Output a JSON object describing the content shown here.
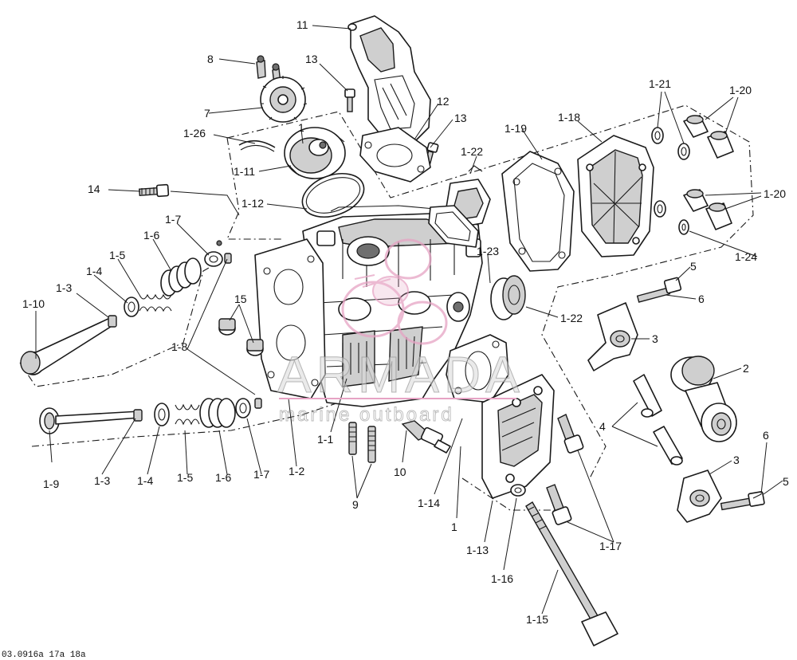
{
  "callouts": [
    {
      "id": "c11",
      "text": "11"
    },
    {
      "id": "c8",
      "text": "8"
    },
    {
      "id": "c13a",
      "text": "13"
    },
    {
      "id": "c7",
      "text": "7"
    },
    {
      "id": "c12",
      "text": "12"
    },
    {
      "id": "c13b",
      "text": "13"
    },
    {
      "id": "c1_26",
      "text": "1-26"
    },
    {
      "id": "c1_top",
      "text": "1"
    },
    {
      "id": "c1_11",
      "text": "1-11"
    },
    {
      "id": "c1_22a",
      "text": "1-22"
    },
    {
      "id": "c1_19",
      "text": "1-19"
    },
    {
      "id": "c1_18",
      "text": "1-18"
    },
    {
      "id": "c1_21",
      "text": "1-21"
    },
    {
      "id": "c1_20a",
      "text": "1-20"
    },
    {
      "id": "c14",
      "text": "14"
    },
    {
      "id": "c1_12",
      "text": "1-12"
    },
    {
      "id": "c1_20b",
      "text": "1-20"
    },
    {
      "id": "c1_7a",
      "text": "1-7"
    },
    {
      "id": "c1_6a",
      "text": "1-6"
    },
    {
      "id": "c1_5a",
      "text": "1-5"
    },
    {
      "id": "c1_24",
      "text": "1-24"
    },
    {
      "id": "c1_23",
      "text": "1-23"
    },
    {
      "id": "c1_4a",
      "text": "1-4"
    },
    {
      "id": "c5a",
      "text": "5"
    },
    {
      "id": "c1_3a",
      "text": "1-3"
    },
    {
      "id": "c6a",
      "text": "6"
    },
    {
      "id": "c1_10",
      "text": "1-10"
    },
    {
      "id": "c15",
      "text": "15"
    },
    {
      "id": "c1_22b",
      "text": "1-22"
    },
    {
      "id": "c3a",
      "text": "3"
    },
    {
      "id": "c1_8",
      "text": "1-8"
    },
    {
      "id": "c2",
      "text": "2"
    },
    {
      "id": "c4",
      "text": "4"
    },
    {
      "id": "c1_1",
      "text": "1-1"
    },
    {
      "id": "c10",
      "text": "10"
    },
    {
      "id": "c3b",
      "text": "3"
    },
    {
      "id": "c6b",
      "text": "6"
    },
    {
      "id": "c5b",
      "text": "5"
    },
    {
      "id": "c1_9",
      "text": "1-9"
    },
    {
      "id": "c1_3b",
      "text": "1-3"
    },
    {
      "id": "c1_4b",
      "text": "1-4"
    },
    {
      "id": "c1_5b",
      "text": "1-5"
    },
    {
      "id": "c1_6b",
      "text": "1-6"
    },
    {
      "id": "c1_7b",
      "text": "1-7"
    },
    {
      "id": "c1_2",
      "text": "1-2"
    },
    {
      "id": "c9",
      "text": "9"
    },
    {
      "id": "c1_14",
      "text": "1-14"
    },
    {
      "id": "c1_bottom",
      "text": "1"
    },
    {
      "id": "c1_13",
      "text": "1-13"
    },
    {
      "id": "c1_16",
      "text": "1-16"
    },
    {
      "id": "c1_17",
      "text": "1-17"
    },
    {
      "id": "c1_15",
      "text": "1-15"
    }
  ],
  "watermark": {
    "brand": "ARMADA",
    "tagline": "marine outboard",
    "accent_color": "#e6a3c4"
  },
  "reference_code": "03.0916a 17a 18a"
}
